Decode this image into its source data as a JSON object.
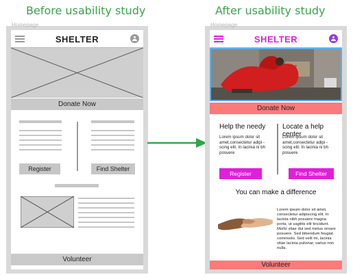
{
  "headings": {
    "before": "Before usability study",
    "after": "After usability study"
  },
  "crumb": "Homepage",
  "before": {
    "brand": "SHELTER",
    "donate_label": "Donate Now",
    "register_label": "Register",
    "find_shelter_label": "Find Shelter",
    "volunteer_label": "Volunteer"
  },
  "after": {
    "brand": "SHELTER",
    "donate_label": "Donate Now",
    "help_title": "Help the needy",
    "help_text": "Lorem ipsum dolor sit amet,consectetur adipi -scing elit. In lacinia ni bh posuere",
    "locate_title": "Locate a help center",
    "locate_text": "Lorem ipsum dolor sit amet,consectetur adipi -scing elit. In lacinia ni bh posuere",
    "register_label": "Register",
    "find_shelter_label": "Find Shelter",
    "difference_title": "You can make a difference",
    "difference_text": "Lorem ipsum dolor sit amet, consectetur adipiscing elit. In lacinia nibh posuere magna porta, ut sagittis elit tincidunt. Morbi vitae dui sed metus ornare posuere. Sed bibendum feugiat commodo. Sed velit mi, lacinia vitae lacinia pulvinar, varius non nulla.",
    "volunteer_label": "Volunteer"
  },
  "colors": {
    "heading_green": "#3aa44a",
    "brand_magenta": "#e01fd9",
    "salmon_bar": "#fb7a7a",
    "hero_border": "#59b0ea",
    "arrow_green": "#2ea84a"
  },
  "icons": [
    "hamburger-menu-icon",
    "user-avatar-icon",
    "arrow-right-icon"
  ]
}
